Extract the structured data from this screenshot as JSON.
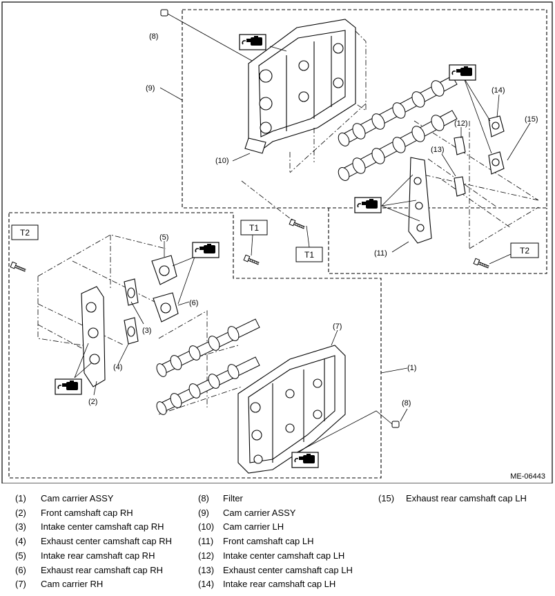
{
  "figure": {
    "code": "ME-06443",
    "callouts": {
      "c1": "(1)",
      "c2": "(2)",
      "c3": "(3)",
      "c4": "(4)",
      "c5": "(5)",
      "c6": "(6)",
      "c7": "(7)",
      "c8a": "(8)",
      "c8b": "(8)",
      "c9": "(9)",
      "c10": "(10)",
      "c11": "(11)",
      "c12": "(12)",
      "c13": "(13)",
      "c14": "(14)",
      "c15": "(15)"
    },
    "torque_boxes": {
      "t2_left": "T2",
      "t1_upper": "T1",
      "t1_lower": "T1",
      "t2_right": "T2"
    },
    "icons": {
      "oil_can": "oil-can-icon"
    }
  },
  "legend": {
    "col1": [
      {
        "num": "(1)",
        "label": "Cam carrier ASSY"
      },
      {
        "num": "(2)",
        "label": "Front camshaft cap RH"
      },
      {
        "num": "(3)",
        "label": "Intake center camshaft cap RH"
      },
      {
        "num": "(4)",
        "label": "Exhaust center camshaft cap RH"
      },
      {
        "num": "(5)",
        "label": "Intake rear camshaft cap RH"
      },
      {
        "num": "(6)",
        "label": "Exhaust rear camshaft cap RH"
      },
      {
        "num": "(7)",
        "label": "Cam carrier RH"
      }
    ],
    "col2": [
      {
        "num": "(8)",
        "label": "Filter"
      },
      {
        "num": "(9)",
        "label": "Cam carrier ASSY"
      },
      {
        "num": "(10)",
        "label": "Cam carrier LH"
      },
      {
        "num": "(11)",
        "label": "Front camshaft cap LH"
      },
      {
        "num": "(12)",
        "label": "Intake center camshaft cap LH"
      },
      {
        "num": "(13)",
        "label": "Exhaust center camshaft cap LH"
      },
      {
        "num": "(14)",
        "label": "Intake rear camshaft cap LH"
      }
    ],
    "col3": [
      {
        "num": "(15)",
        "label": "Exhaust rear camshaft cap LH"
      }
    ]
  }
}
